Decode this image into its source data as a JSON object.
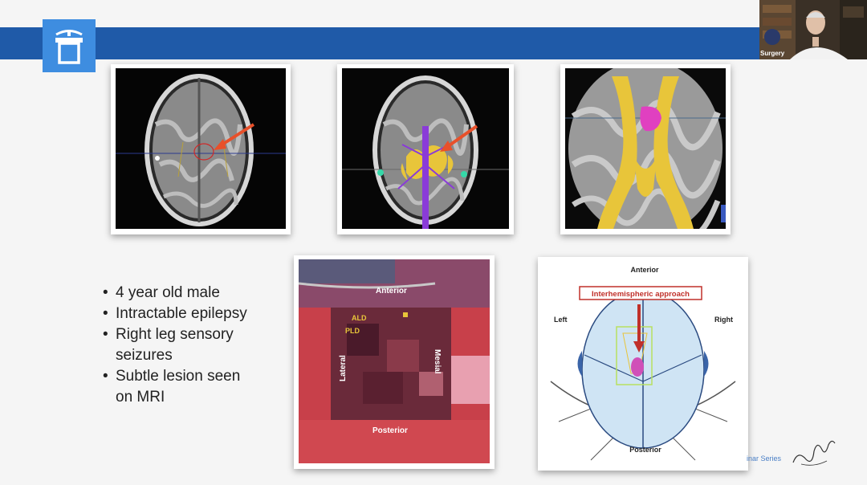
{
  "slide": {
    "bullets": [
      "4 year old male",
      "Intractable epilepsy",
      "Right leg sensory seizures",
      "Subtle lesion seen on MRI"
    ],
    "bullet_lines": [
      [
        "4 year old male"
      ],
      [
        "Intractable epilepsy"
      ],
      [
        "Right leg sensory",
        "seizures"
      ],
      [
        "Subtle lesion seen",
        "on MRI"
      ]
    ],
    "photo_labels": {
      "anterior": "Anterior",
      "ald": "ALD",
      "pld": "PLD",
      "lateral": "Lateral",
      "mesial": "Mesial",
      "posterior": "Posterior"
    },
    "diagram_labels": {
      "anterior": "Anterior",
      "approach": "Interhemispheric approach",
      "left": "Left",
      "right": "Right",
      "posterior": "Posterior"
    },
    "footer_fragment": "inar Series"
  },
  "video": {
    "label": "Surgery"
  },
  "icons": {
    "logo": "podium-icon"
  },
  "colors": {
    "topbar": "#1f5aa8",
    "logo": "#3e8de0",
    "arrow": "#e8502a",
    "tract": "#e8c53a",
    "lesion": "#e040c0",
    "approach_label": "#c0302a"
  }
}
